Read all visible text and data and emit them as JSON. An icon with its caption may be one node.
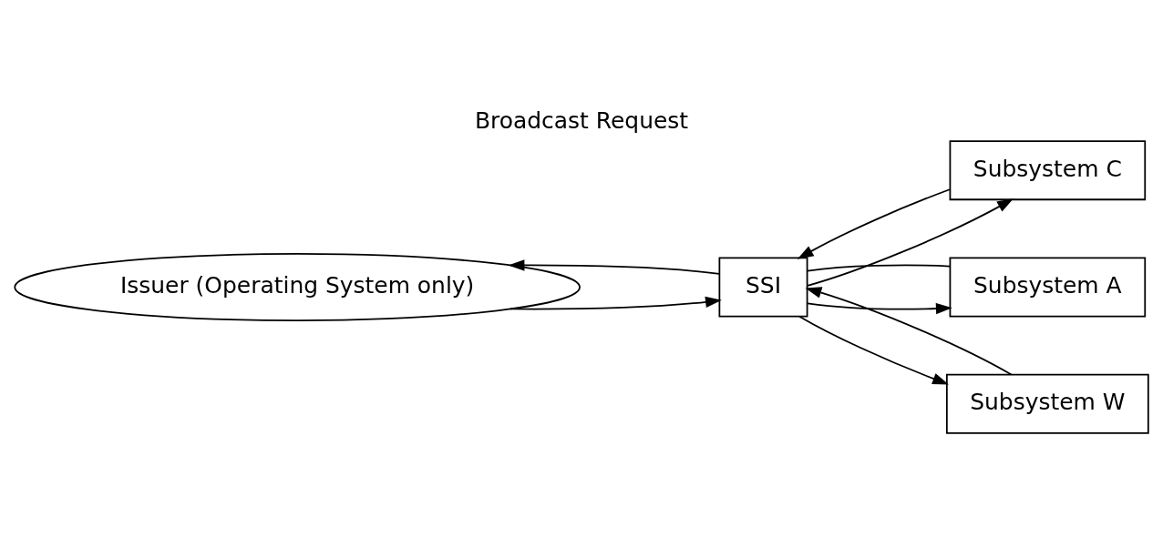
{
  "diagram": {
    "title": "Broadcast Request",
    "nodes": [
      {
        "text": [
          "Issuer (Operating System only)"
        ]
      },
      {
        "text": [
          "SSI"
        ]
      },
      {
        "text": [
          "Subsystem C"
        ]
      },
      {
        "text": [
          "Subsystem A"
        ]
      },
      {
        "text": [
          "Subsystem W"
        ]
      }
    ],
    "edges": [
      {
        "from": 0,
        "to": 1,
        "arrow": "to"
      },
      {
        "from": 1,
        "to": 0,
        "arrow": "to"
      },
      {
        "from": 1,
        "to": 2,
        "arrow": "to"
      },
      {
        "from": 2,
        "to": 1,
        "arrow": "to"
      },
      {
        "from": 1,
        "to": 3,
        "arrow": "to"
      },
      {
        "from": 3,
        "to": 1,
        "arrow": "none"
      },
      {
        "from": 1,
        "to": 4,
        "arrow": "to"
      },
      {
        "from": 4,
        "to": 1,
        "arrow": "to"
      }
    ]
  }
}
